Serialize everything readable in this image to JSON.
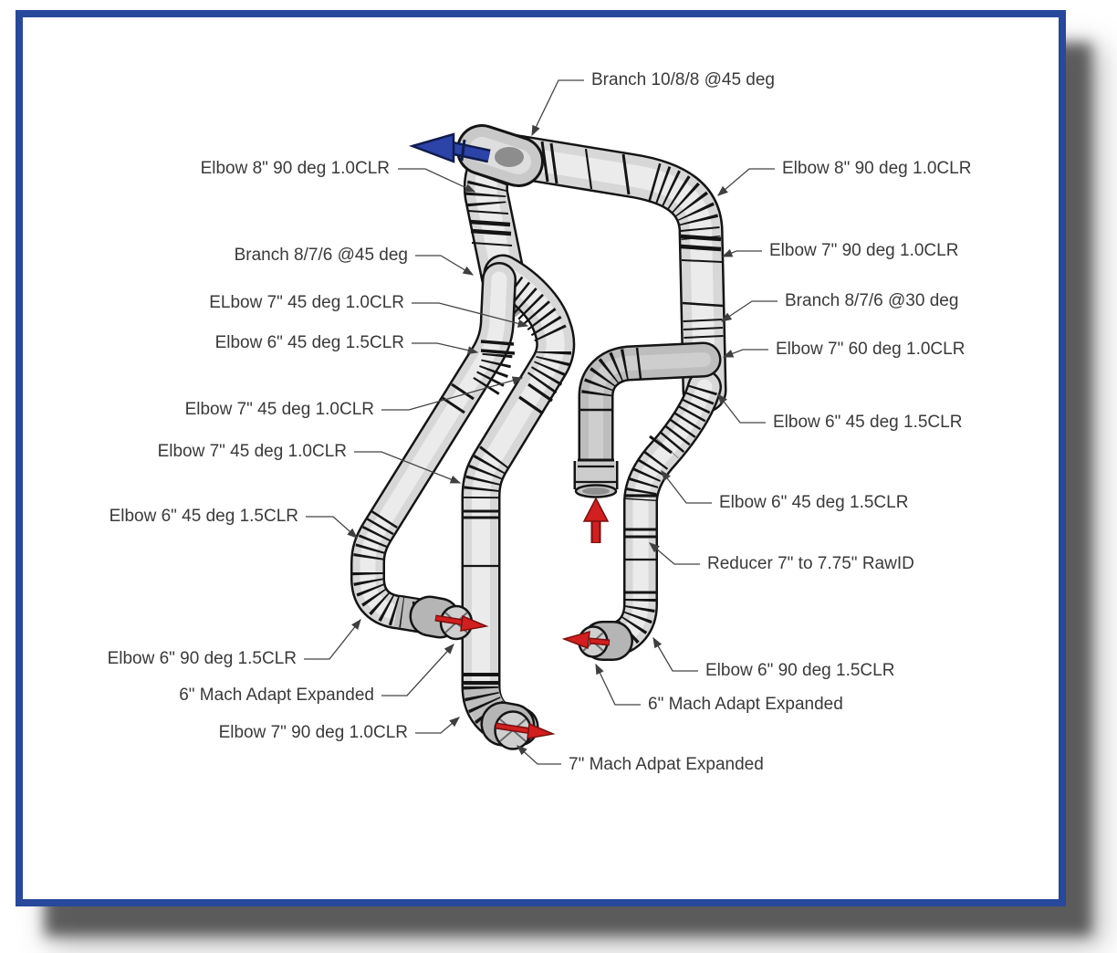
{
  "diagram": {
    "kind": "piping assembly callout drawing",
    "colors": {
      "frame_border_blue": "#27489b",
      "pipe_light_gray": "#d7d7d7",
      "pipe_dark_gray": "#b5b5b5",
      "outline_black": "#141414",
      "label_text_gray": "#3a3a3a",
      "leader_gray": "#454545",
      "blue_flow_arrow": "#2c43a8",
      "red_flow_arrow": "#d21f1f",
      "page_background": "#ffffff"
    }
  },
  "callouts_left": [
    "Elbow 8\" 90 deg 1.0CLR",
    "Branch 8/7/6 @45 deg",
    "ELbow 7\" 45 deg 1.0CLR",
    "Elbow 6\" 45 deg 1.5CLR",
    "Elbow 7\" 45 deg 1.0CLR",
    "Elbow 7\" 45 deg 1.0CLR",
    "Elbow 6\" 45 deg 1.5CLR",
    "Elbow 6\" 90 deg 1.5CLR",
    "6\" Mach Adapt Expanded",
    "Elbow 7\" 90 deg 1.0CLR",
    "7\" Mach Adpat Expanded"
  ],
  "callouts_right": [
    "Branch 10/8/8 @45 deg",
    "Elbow 8\" 90 deg 1.0CLR",
    "Elbow 7\" 90 deg 1.0CLR",
    "Branch 8/7/6 @30 deg",
    "Elbow 7\" 60 deg 1.0CLR",
    "Elbow 6\" 45 deg 1.5CLR",
    "Elbow 6\" 45 deg 1.5CLR",
    "Reducer 7\" to 7.75\" RawID",
    "Elbow 6\" 90 deg 1.5CLR",
    "6\" Mach Adapt Expanded"
  ]
}
